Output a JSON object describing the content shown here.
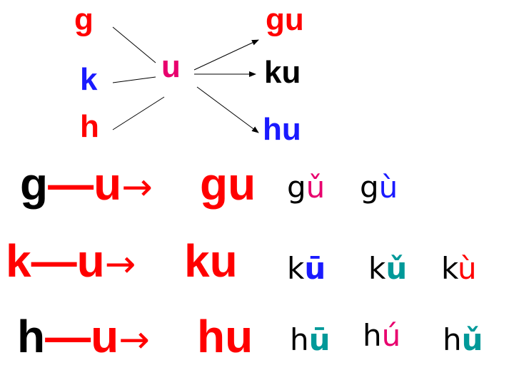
{
  "colors": {
    "red": "#ff0000",
    "pink": "#e8006e",
    "blue": "#1a1aff",
    "black": "#000000",
    "teal": "#009999"
  },
  "diagram": {
    "initials": [
      "g",
      "k",
      "h"
    ],
    "final": "u",
    "results": [
      "gu",
      "ku",
      "hu"
    ]
  },
  "rows": [
    {
      "initial": "g",
      "dash": "—",
      "final": "u",
      "arrow": "→",
      "syllable": "gu",
      "tones": [
        {
          "initial": "g",
          "vowel": "ǔ",
          "vowel_color": "pink"
        },
        {
          "initial": "g",
          "vowel": "ù",
          "vowel_color": "blue"
        }
      ]
    },
    {
      "initial": "k",
      "dash": "—",
      "final": "u",
      "arrow": "→",
      "syllable": "ku",
      "tones": [
        {
          "initial": "k",
          "vowel": "ū",
          "vowel_color": "blue"
        },
        {
          "initial": "k",
          "vowel": "ǔ",
          "vowel_color": "teal"
        },
        {
          "initial": "k",
          "vowel": "ù",
          "vowel_color": "red"
        }
      ]
    },
    {
      "initial": "h",
      "dash": "—",
      "final": "u",
      "arrow": "→",
      "syllable": "hu",
      "tones": [
        {
          "initial": "h",
          "vowel": "ū",
          "vowel_color": "teal"
        },
        {
          "initial": "h",
          "vowel": "ú",
          "vowel_color": "pink"
        },
        {
          "initial": "h",
          "vowel": "ǔ",
          "vowel_color": "teal"
        }
      ]
    }
  ]
}
